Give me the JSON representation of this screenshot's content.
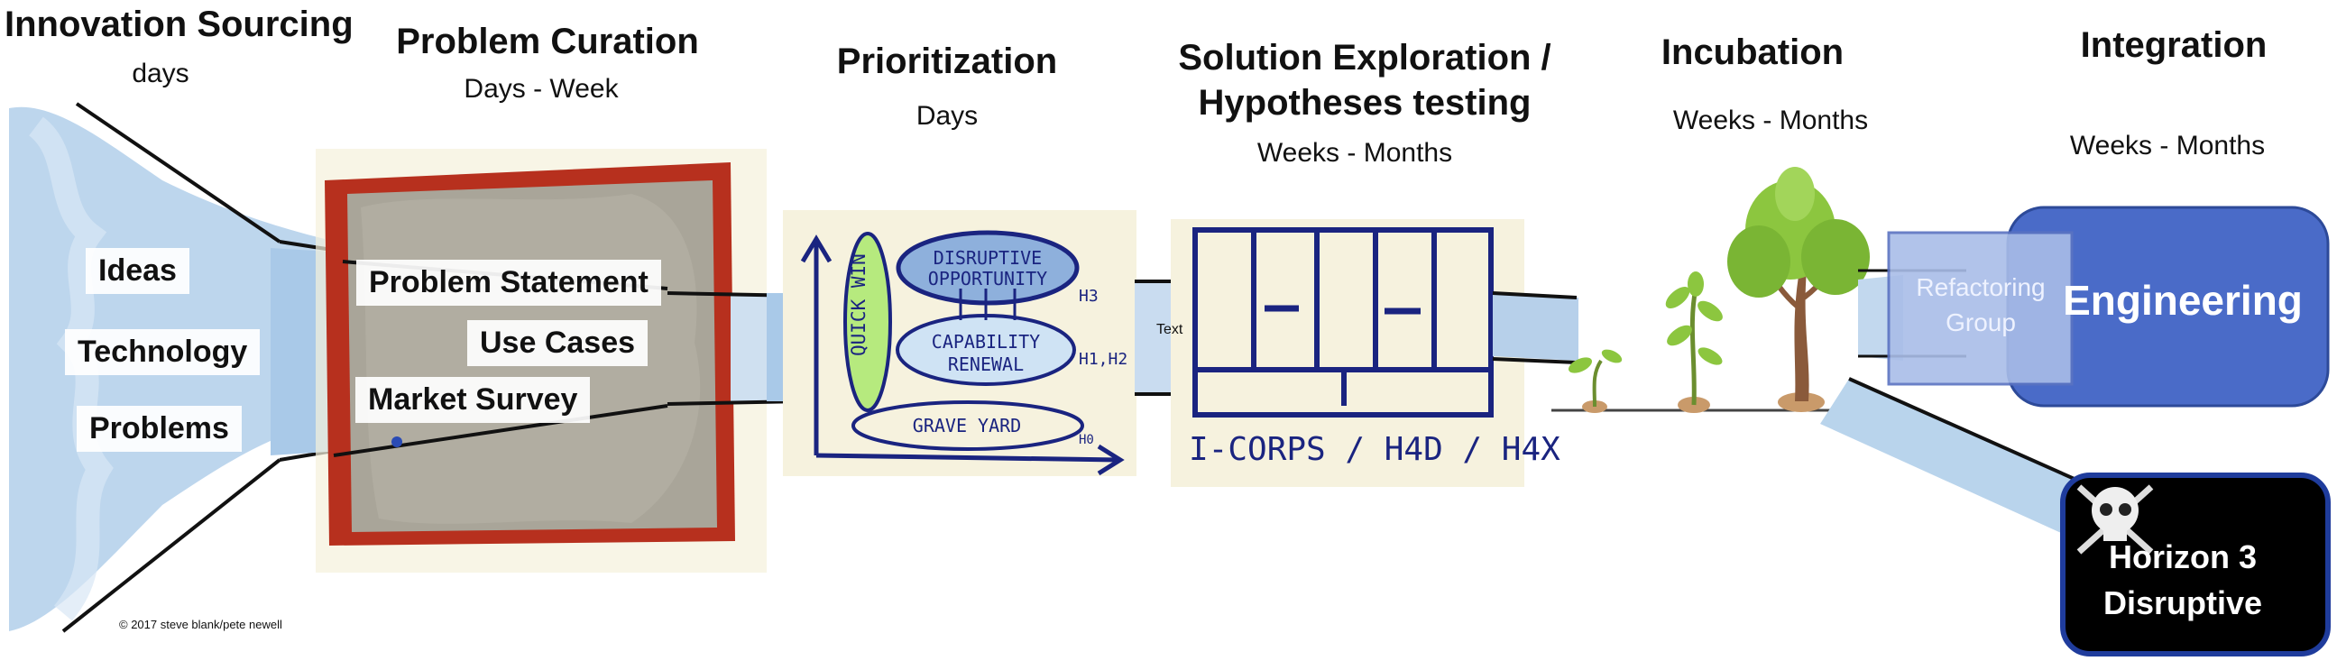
{
  "stages": [
    {
      "title": "Innovation Sourcing",
      "duration": "days"
    },
    {
      "title": "Problem Curation",
      "duration": "Days - Week"
    },
    {
      "title": "Prioritization",
      "duration": "Days"
    },
    {
      "title": "Solution Exploration /",
      "title2": "Hypotheses testing",
      "duration": "Weeks  - Months"
    },
    {
      "title": "Incubation",
      "duration": "Weeks - Months"
    },
    {
      "title": "Integration",
      "duration": "Weeks - Months"
    }
  ],
  "sourcing": {
    "items": [
      "Ideas",
      "Technology",
      "Problems"
    ],
    "copyright": "© 2017 steve blank/pete newell"
  },
  "curation": {
    "items": [
      "Problem Statement",
      "Use Cases",
      "Market Survey"
    ]
  },
  "prioritization": {
    "quick_win": "QUICK WIN",
    "disruptive": "DISRUPTIVE",
    "disruptive2": "OPPORTUNITY",
    "capability": "CAPABILITY",
    "capability2": "RENEWAL",
    "graveyard": "GRAVE YARD",
    "h3": "H3",
    "h1h2": "H1,H2",
    "h0": "H0"
  },
  "exploration": {
    "caption": "I-CORPS / H4D / H4X",
    "text_label": "Text"
  },
  "integration": {
    "refactoring": "Refactoring",
    "refactoring2": "Group",
    "engineering": "Engineering",
    "horizon": "Horizon 3",
    "horizon2": "Disruptive"
  },
  "colors": {
    "funnel_blue": "#b9d4ec",
    "frame_red": "#b7301e",
    "board_gray": "#a9a599",
    "ink_blue": "#1a2480",
    "green": "#b6ea7e",
    "engineering_blue": "#4a6bc8",
    "refactor_blue": "#a9bde8"
  }
}
